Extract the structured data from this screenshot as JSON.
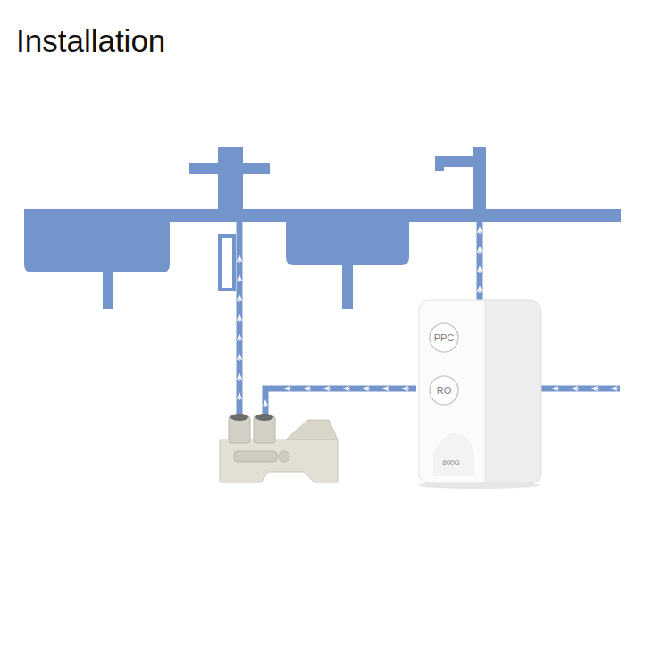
{
  "diagram": {
    "title": "Installation",
    "nodes": [
      {
        "text": [
          "800G"
        ]
      },
      {
        "text": [
          "PPC"
        ],
        "in": 0
      },
      {
        "text": [
          "RO"
        ],
        "in": 0
      }
    ]
  }
}
